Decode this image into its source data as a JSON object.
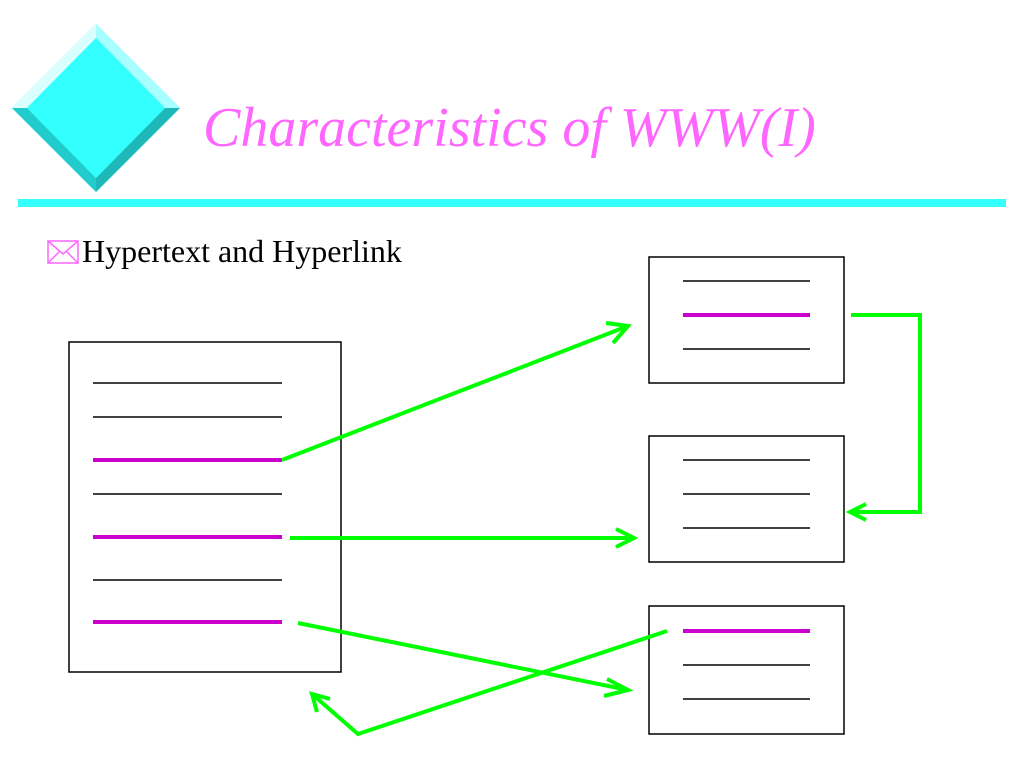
{
  "slide": {
    "title": "Characteristics of WWW(I)",
    "bullets": [
      {
        "icon": "envelope-icon",
        "text": "Hypertext and Hyperlink"
      }
    ]
  },
  "colors": {
    "title": "#ff66ff",
    "title_rule": "#33ffff",
    "diamond_face": "#33ffff",
    "hyperlink_line": "#cc00cc",
    "plain_line": "#000000",
    "arrow": "#00ff00"
  },
  "diagram": {
    "documents": [
      {
        "name": "source-document",
        "lines": [
          "plain",
          "plain",
          "link",
          "plain",
          "link",
          "plain",
          "link"
        ]
      },
      {
        "name": "target-document-top",
        "lines": [
          "plain",
          "link",
          "plain"
        ]
      },
      {
        "name": "target-document-middle",
        "lines": [
          "plain",
          "plain",
          "plain"
        ]
      },
      {
        "name": "target-document-bottom",
        "lines": [
          "link",
          "plain",
          "plain"
        ]
      }
    ],
    "links": [
      {
        "from": "source-document line 3",
        "to": "target-document-top"
      },
      {
        "from": "source-document line 5",
        "to": "target-document-middle"
      },
      {
        "from": "source-document line 7",
        "to": "target-document-bottom"
      },
      {
        "from": "target-document-top line 2",
        "to": "target-document-middle"
      },
      {
        "from": "target-document-bottom line 1",
        "to": "source-document"
      }
    ]
  }
}
